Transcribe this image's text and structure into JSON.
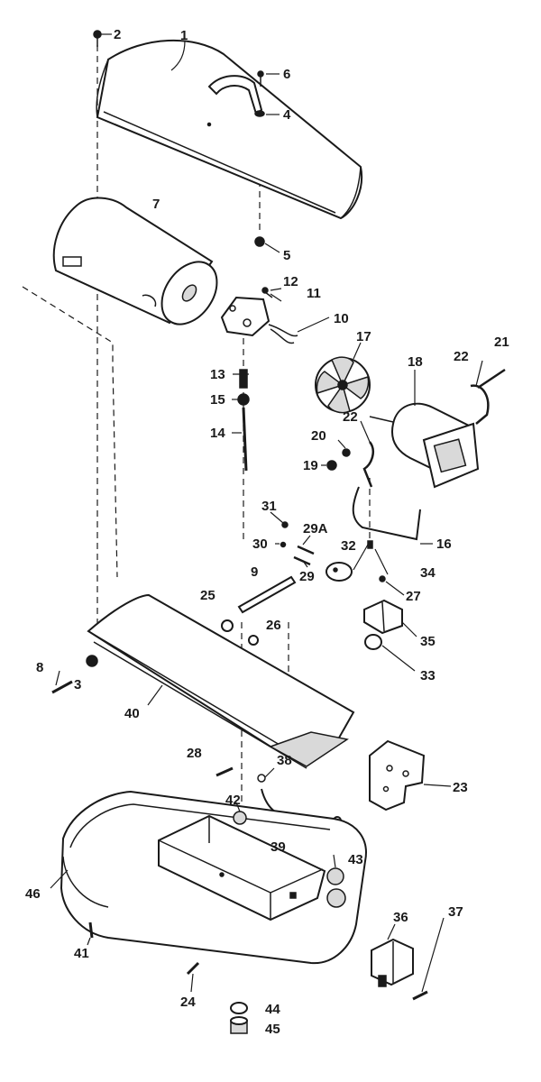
{
  "diagram": {
    "callouts": [
      "1",
      "2",
      "3",
      "4",
      "5",
      "6",
      "7",
      "8",
      "9",
      "10",
      "11",
      "12",
      "13",
      "14",
      "15",
      "16",
      "17",
      "18",
      "19",
      "20",
      "21",
      "22",
      "22",
      "23",
      "24",
      "25",
      "26",
      "27",
      "28",
      "29",
      "29A",
      "30",
      "31",
      "32",
      "33",
      "34",
      "35",
      "36",
      "37",
      "38",
      "39",
      "40",
      "41",
      "42",
      "43",
      "44",
      "45",
      "46"
    ]
  }
}
